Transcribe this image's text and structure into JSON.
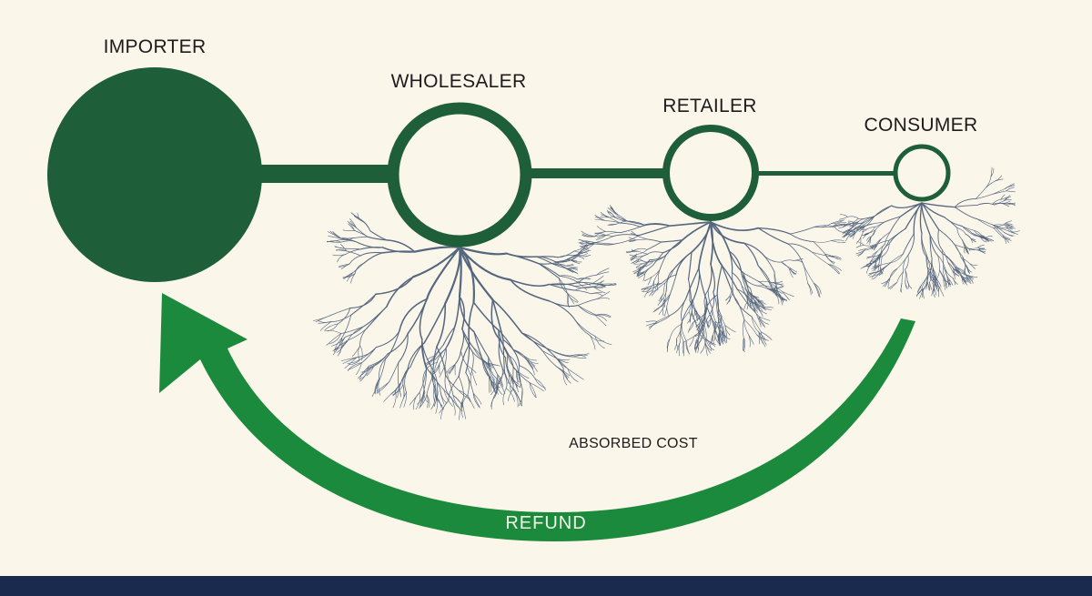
{
  "colors": {
    "background": "#fbf6ea",
    "node_green": "#1e5e38",
    "arrow_green": "#1c8a3c",
    "roots": "#55667f",
    "footer": "#1a2a4e"
  },
  "nodes": [
    {
      "id": "importer",
      "label": "IMPORTER",
      "style": "filled"
    },
    {
      "id": "wholesaler",
      "label": "WHOLESALER",
      "style": "ring"
    },
    {
      "id": "retailer",
      "label": "RETAILER",
      "style": "ring"
    },
    {
      "id": "consumer",
      "label": "CONSUMER",
      "style": "ring"
    }
  ],
  "roots_label": "ABSORBED COST",
  "arrow": {
    "label": "REFUND",
    "from": "consumer",
    "to": "importer"
  }
}
